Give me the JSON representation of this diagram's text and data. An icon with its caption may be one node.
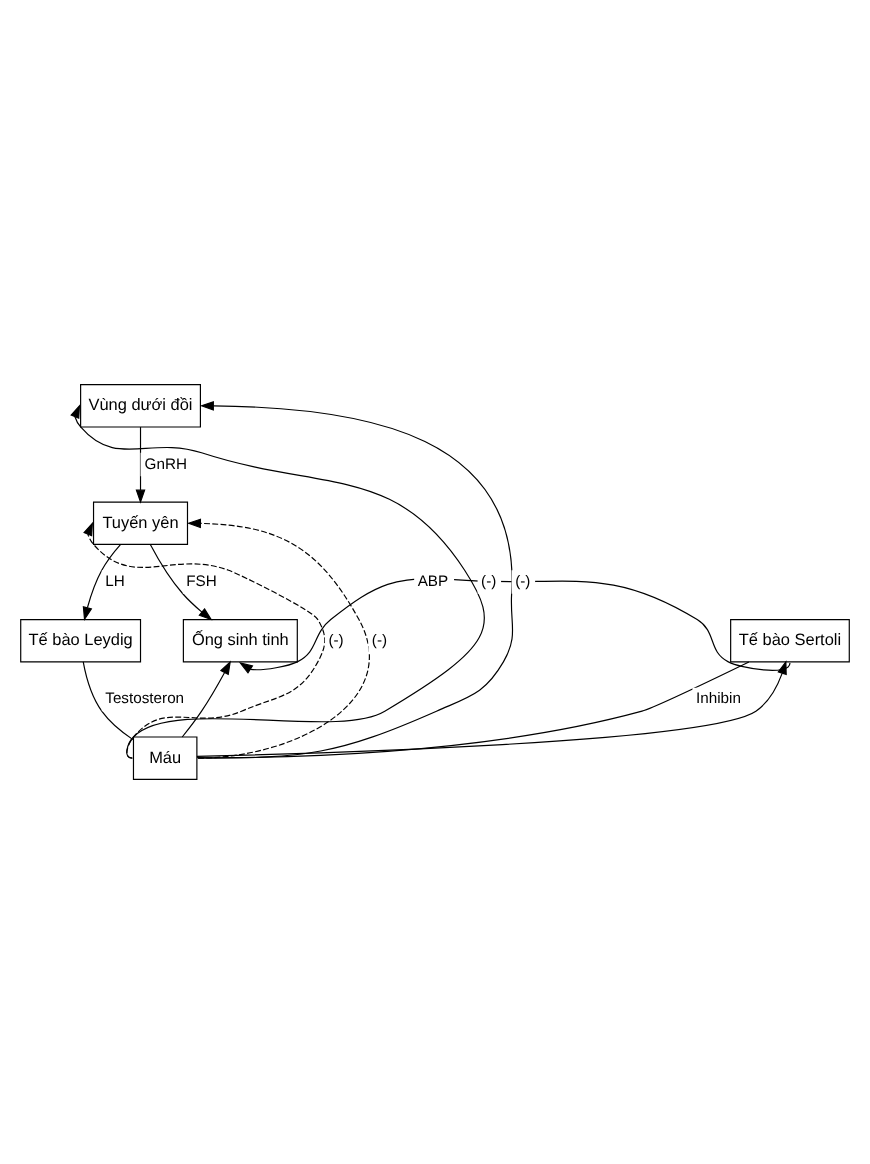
{
  "diagram": {
    "nodes": [
      {
        "text": [
          "Vùng dưới đồi"
        ]
      },
      {
        "text": [
          "Tuyến yên"
        ]
      },
      {
        "text": [
          "Tế bào Leydig"
        ]
      },
      {
        "text": [
          "Ống sinh tinh"
        ]
      },
      {
        "text": [
          "Tế bào Sertoli"
        ]
      },
      {
        "text": [
          "Máu"
        ]
      }
    ],
    "edges": [
      {
        "from": 0,
        "to": 1,
        "arrow": "to",
        "label": "GnRH"
      },
      {
        "from": 1,
        "to": 2,
        "arrow": "to",
        "label": "LH"
      },
      {
        "from": 1,
        "to": 3,
        "arrow": "to",
        "label": "FSH"
      },
      {
        "from": 2,
        "to": 5,
        "arrow": "none",
        "label": "Testosteron"
      },
      {
        "from": 4,
        "to": 5,
        "arrow": "none",
        "label": "Inhibin"
      },
      {
        "from": 5,
        "to": 0,
        "arrow": "to",
        "label": "(-)"
      },
      {
        "from": 5,
        "to": 1,
        "arrow": "to",
        "label": "(-)",
        "style": "dashed"
      },
      {
        "from": 5,
        "to": 0,
        "arrow": "to",
        "label": "(-)"
      },
      {
        "from": 5,
        "to": 1,
        "arrow": "to",
        "label": "(-)",
        "style": "dashed"
      },
      {
        "from": 5,
        "to": 3,
        "arrow": "to"
      },
      {
        "from": 5,
        "to": 4,
        "arrow": "to"
      },
      {
        "from": 4,
        "to": 3,
        "arrow": "to",
        "label": "ABP"
      }
    ]
  }
}
